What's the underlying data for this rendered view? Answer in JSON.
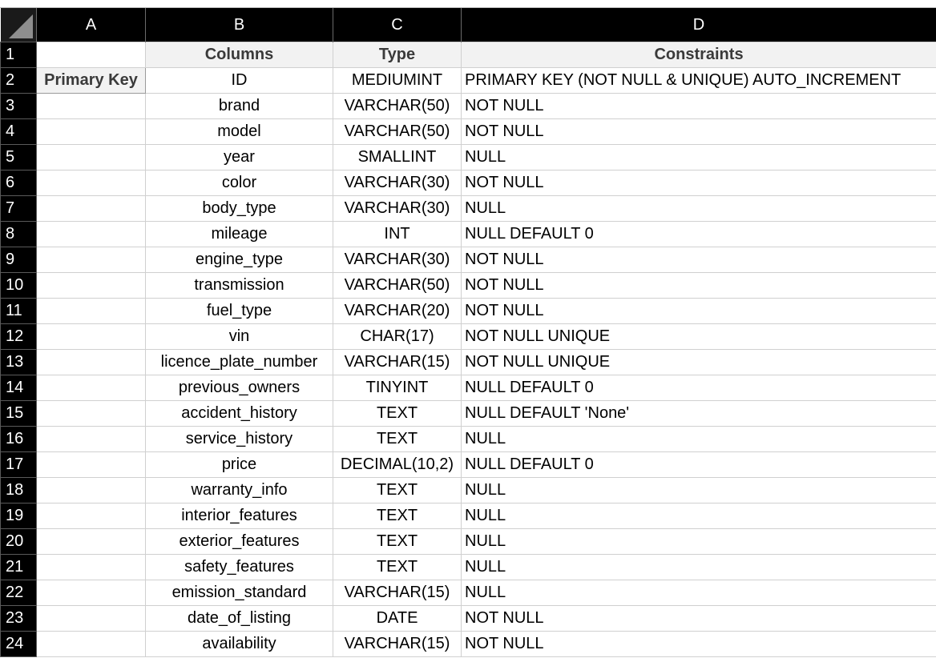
{
  "columns": [
    "A",
    "B",
    "C",
    "D"
  ],
  "headers": {
    "row_number": "1",
    "columns_label": "Columns",
    "type_label": "Type",
    "constraints_label": "Constraints"
  },
  "primary_key_label": "Primary Key",
  "rows": [
    {
      "n": "2",
      "a": "Primary Key",
      "b": "ID",
      "c": "MEDIUMINT",
      "d": "PRIMARY KEY (NOT NULL & UNIQUE) AUTO_INCREMENT"
    },
    {
      "n": "3",
      "a": "",
      "b": "brand",
      "c": "VARCHAR(50)",
      "d": "NOT NULL"
    },
    {
      "n": "4",
      "a": "",
      "b": "model",
      "c": "VARCHAR(50)",
      "d": "NOT NULL"
    },
    {
      "n": "5",
      "a": "",
      "b": "year",
      "c": "SMALLINT",
      "d": "NULL"
    },
    {
      "n": "6",
      "a": "",
      "b": "color",
      "c": "VARCHAR(30)",
      "d": "NOT NULL"
    },
    {
      "n": "7",
      "a": "",
      "b": "body_type",
      "c": "VARCHAR(30)",
      "d": "NULL"
    },
    {
      "n": "8",
      "a": "",
      "b": "mileage",
      "c": "INT",
      "d": "NULL DEFAULT 0"
    },
    {
      "n": "9",
      "a": "",
      "b": "engine_type",
      "c": "VARCHAR(30)",
      "d": "NOT NULL"
    },
    {
      "n": "10",
      "a": "",
      "b": "transmission",
      "c": "VARCHAR(50)",
      "d": "NOT NULL"
    },
    {
      "n": "11",
      "a": "",
      "b": "fuel_type",
      "c": "VARCHAR(20)",
      "d": "NOT NULL"
    },
    {
      "n": "12",
      "a": "",
      "b": "vin",
      "c": "CHAR(17)",
      "d": "NOT NULL UNIQUE"
    },
    {
      "n": "13",
      "a": "",
      "b": "licence_plate_number",
      "c": "VARCHAR(15)",
      "d": "NOT NULL UNIQUE"
    },
    {
      "n": "14",
      "a": "",
      "b": "previous_owners",
      "c": "TINYINT",
      "d": "NULL DEFAULT 0"
    },
    {
      "n": "15",
      "a": "",
      "b": "accident_history",
      "c": "TEXT",
      "d": "NULL DEFAULT 'None'"
    },
    {
      "n": "16",
      "a": "",
      "b": "service_history",
      "c": "TEXT",
      "d": "NULL"
    },
    {
      "n": "17",
      "a": "",
      "b": "price",
      "c": "DECIMAL(10,2)",
      "d": "NULL DEFAULT 0"
    },
    {
      "n": "18",
      "a": "",
      "b": "warranty_info",
      "c": "TEXT",
      "d": "NULL"
    },
    {
      "n": "19",
      "a": "",
      "b": "interior_features",
      "c": "TEXT",
      "d": "NULL"
    },
    {
      "n": "20",
      "a": "",
      "b": "exterior_features",
      "c": "TEXT",
      "d": "NULL"
    },
    {
      "n": "21",
      "a": "",
      "b": "safety_features",
      "c": "TEXT",
      "d": "NULL"
    },
    {
      "n": "22",
      "a": "",
      "b": "emission_standard",
      "c": "VARCHAR(15)",
      "d": "NULL"
    },
    {
      "n": "23",
      "a": "",
      "b": "date_of_listing",
      "c": "DATE",
      "d": "NOT NULL"
    },
    {
      "n": "24",
      "a": "",
      "b": "availability",
      "c": "VARCHAR(15)",
      "d": "NOT NULL"
    }
  ],
  "colors": {
    "header_bg": "#000000",
    "header_text": "#ffffff",
    "label_cell_bg": "#f2f2f2",
    "grid": "#d0d0d0"
  }
}
